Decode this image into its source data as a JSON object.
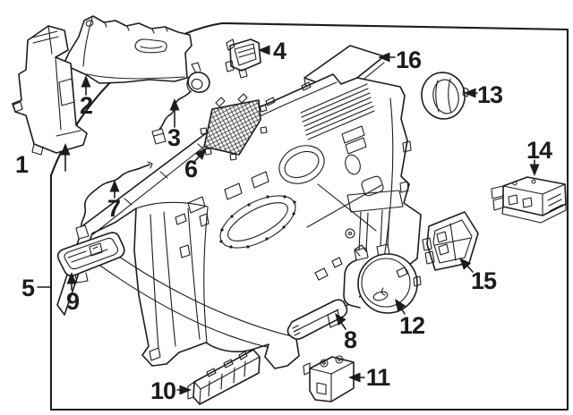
{
  "diagram": {
    "theme": {
      "background": "#ffffff",
      "line": "#1c1c1c"
    },
    "callouts": [
      {
        "number": "1"
      },
      {
        "number": "2"
      },
      {
        "number": "3"
      },
      {
        "number": "4"
      },
      {
        "number": "5"
      },
      {
        "number": "6"
      },
      {
        "number": "7"
      },
      {
        "number": "8"
      },
      {
        "number": "9"
      },
      {
        "number": "10"
      },
      {
        "number": "11"
      },
      {
        "number": "12"
      },
      {
        "number": "13"
      },
      {
        "number": "14"
      },
      {
        "number": "15"
      },
      {
        "number": "16"
      }
    ]
  }
}
